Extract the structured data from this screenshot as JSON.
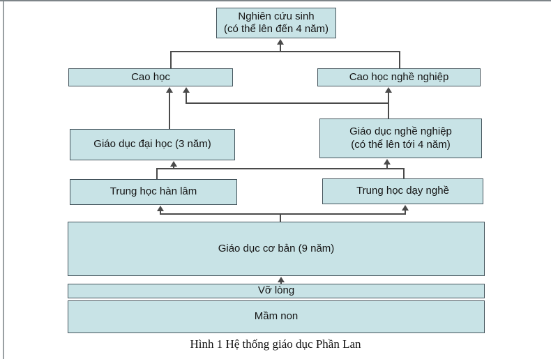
{
  "page": {
    "caption": "Hình 1 Hệ thống giáo dục Phần Lan"
  },
  "colors": {
    "box_fill": "#c8e3e6",
    "box_border": "#44545c",
    "connector": "#4a4a4a",
    "page_border": "#9aa0a3"
  },
  "boxes": {
    "nghien_cuu_sinh": {
      "line1": "Nghiên cứu sinh",
      "line2": "(có thể lên đến 4 năm)"
    },
    "cao_hoc": {
      "line1": "Cao học"
    },
    "cao_hoc_nghe_nghiep": {
      "line1": "Cao học nghề nghiệp"
    },
    "giao_duc_dai_hoc": {
      "line1": "Giáo dục đại học (3 năm)"
    },
    "giao_duc_nghe_nghiep": {
      "line1": "Giáo dục nghề nghiệp",
      "line2": "(có thể lên tới 4 năm)"
    },
    "trung_hoc_han_lam": {
      "line1": "Trung học hàn lâm"
    },
    "trung_hoc_day_nghe": {
      "line1": "Trung học dạy nghề"
    },
    "giao_duc_co_ban": {
      "line1": "Giáo dục cơ bản (9 năm)"
    },
    "vo_long": {
      "line1": "Vỡ lòng"
    },
    "mam_non": {
      "line1": "Mầm non"
    }
  },
  "edges": [
    {
      "from": "vo_long",
      "to": "giao_duc_co_ban"
    },
    {
      "from": "giao_duc_co_ban",
      "to": "trung_hoc_han_lam"
    },
    {
      "from": "giao_duc_co_ban",
      "to": "trung_hoc_day_nghe"
    },
    {
      "from": "trung_hoc_han_lam",
      "to": "giao_duc_dai_hoc"
    },
    {
      "from": "trung_hoc_han_lam",
      "to": "giao_duc_nghe_nghiep"
    },
    {
      "from": "trung_hoc_day_nghe",
      "to": "giao_duc_dai_hoc"
    },
    {
      "from": "trung_hoc_day_nghe",
      "to": "giao_duc_nghe_nghiep"
    },
    {
      "from": "giao_duc_dai_hoc",
      "to": "cao_hoc"
    },
    {
      "from": "giao_duc_nghe_nghiep",
      "to": "cao_hoc"
    },
    {
      "from": "giao_duc_nghe_nghiep",
      "to": "cao_hoc_nghe_nghiep"
    },
    {
      "from": "cao_hoc",
      "to": "nghien_cuu_sinh"
    },
    {
      "from": "cao_hoc_nghe_nghiep",
      "to": "nghien_cuu_sinh"
    }
  ]
}
